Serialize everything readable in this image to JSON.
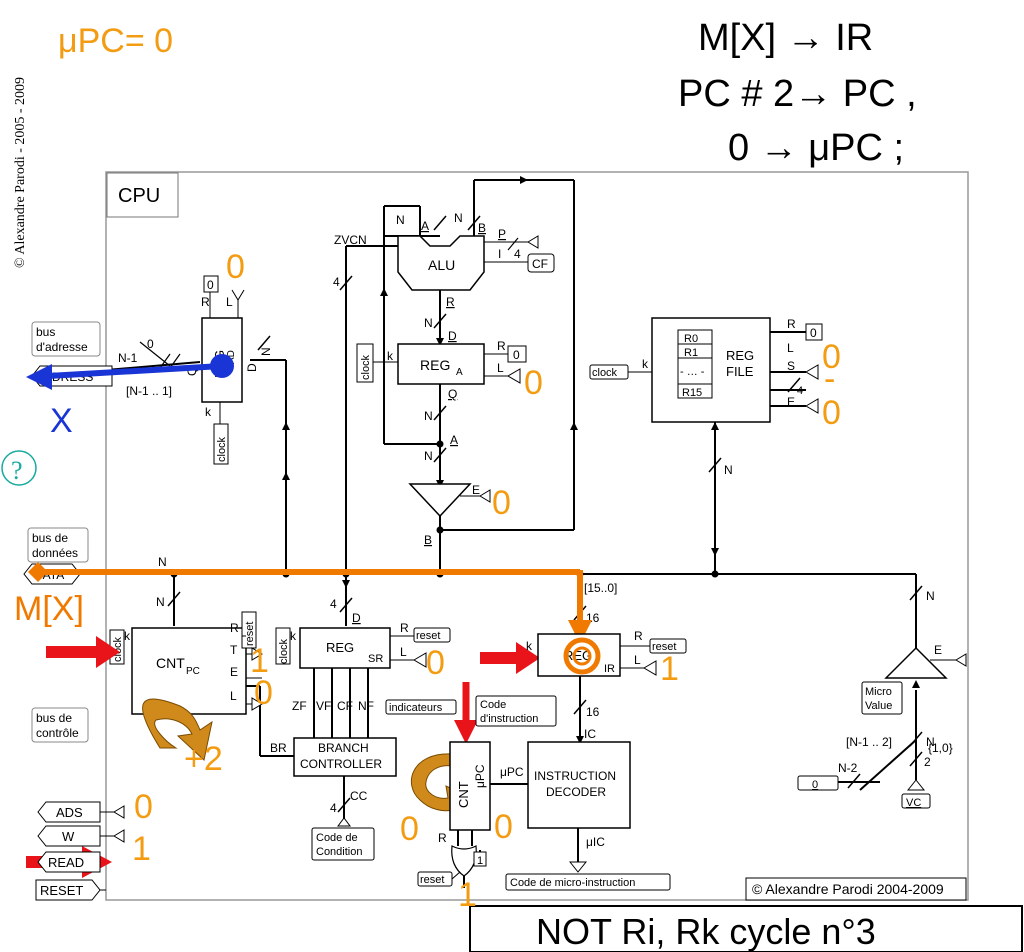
{
  "copyright_side": "© Alexandre Parodi - 2005 - 2009",
  "upc_status": "μPC= 0",
  "rtl": {
    "line1": "M[X]  →  IR",
    "line2": "PC # 2→ PC  ,",
    "line3": "0  →  μPC  ;"
  },
  "cpu_label": "CPU",
  "footer_label": "NOT Ri, Rk  cycle n°3",
  "copyright_box": "© Alexandre Parodi 2004-2009",
  "blocks": {
    "alu": "ALU",
    "reg_a": "REG",
    "reg_a_sub": "A",
    "reg_file_line1": "REG",
    "reg_file_line2": "FILE",
    "reg_file_rows": [
      "R0",
      "R1",
      "- … -",
      "R15"
    ],
    "cnt_pc": "CNT",
    "cnt_pc_sub": "PC",
    "reg_sr": "REG",
    "sr": "SR",
    "reg_ir": "REG",
    "ir": "IR",
    "branch_line1": "BRANCH",
    "branch_line2": "CONTROLLER",
    "decoder_line1": "INSTRUCTION",
    "decoder_line2": "DECODER",
    "cnt_upc": "CNT",
    "upc_sub": "μPC",
    "reg_ad": "REG",
    "reg_ad_sub": "AD"
  },
  "labels": {
    "bus_adresse": [
      "bus",
      "d'adresse"
    ],
    "adress": "ADRESS",
    "bus_donnees": [
      "bus de",
      "données"
    ],
    "data": "DATA",
    "bus_controle": [
      "bus de",
      "contrôle"
    ],
    "ads": "ADS",
    "w": "W",
    "read": "READ",
    "reset": "RESET",
    "zvcn": "ZVCN",
    "clock": "clock",
    "n1_range": "[N-1 .. 1]",
    "n1": "N-1",
    "n": "N",
    "four": "4",
    "sixteen": "16",
    "range15": "[15..0]",
    "micro_value": [
      "Micro",
      "Value"
    ],
    "range_n1_2": "[N-1 .. 2]",
    "set_10": "{1,0}",
    "two": "2",
    "n2": "N-2",
    "zero_box": "0",
    "vc": "VC",
    "ic": "IC",
    "uic": "μIC",
    "upc_label": "μPC",
    "indicateurs": "indicateurs",
    "code_instruction": [
      "Code",
      "d'instruction"
    ],
    "code_condition": [
      "Code de",
      "Condition"
    ],
    "code_micro": "Code de micro-instruction",
    "reset_small": "reset",
    "cc": "CC",
    "br": "BR",
    "flags": [
      "ZF",
      "VF",
      "CF",
      "NF"
    ],
    "k": "k",
    "r": "R",
    "l": "L",
    "t": "T",
    "e": "E",
    "s": "S",
    "p": "P",
    "i": "I",
    "a": "A",
    "b": "B",
    "d": "D",
    "q": "Q",
    "ctrl_zero": "0",
    "cf": "CF",
    "one": "1",
    "reg_ad_r": "R",
    "reg_ad_l": "L",
    "reg_ad_d": "D",
    "reg_ad_q": "Q"
  },
  "annotations": {
    "x_label": "X",
    "mx_label": "M[X]",
    "question": "?",
    "plus2": "+2",
    "orange_values": {
      "ad_l": "0",
      "rega_l": "0",
      "regfile_l": "0",
      "regfile_s": "-",
      "regfile_e": "0",
      "tri_e": "0",
      "cnt_t": "1",
      "cnt_l": "0",
      "sr_l": "0",
      "ir_l": "1",
      "ads": "0",
      "w": "1",
      "upc_left": "0",
      "upc_right": "0",
      "reset_or": "1"
    }
  },
  "colors": {
    "orange": "#f07a00",
    "value_orange": "#f39c12",
    "red": "#e8141a",
    "blue": "#1a35d6",
    "teal": "#19a9a0",
    "bronze": "#d08a1c"
  }
}
